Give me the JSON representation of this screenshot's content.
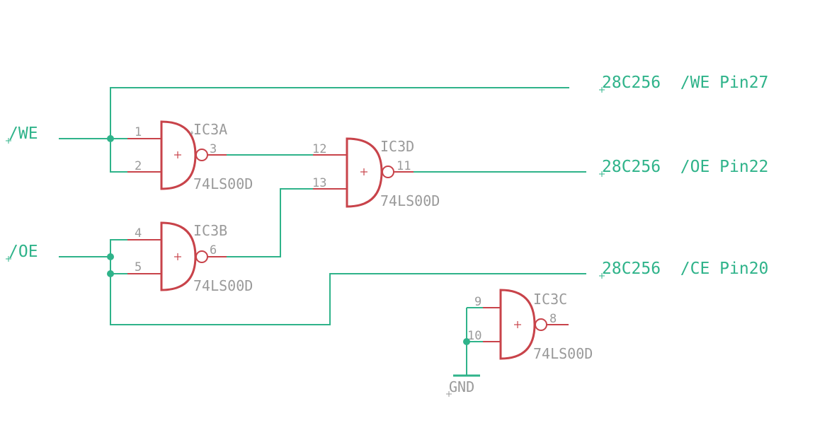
{
  "nets": {
    "we_in": "/WE",
    "oe_in": "/OE",
    "we_out": "28C256  /WE Pin27",
    "oe_out": "28C256  /OE Pin22",
    "ce_out": "28C256  /CE Pin20",
    "gnd": "GND"
  },
  "gates": {
    "ic3a": {
      "name": "IC3A",
      "value": "74LS00D",
      "pin_a": "1",
      "pin_b": "2",
      "pin_out": "3"
    },
    "ic3b": {
      "name": "IC3B",
      "value": "74LS00D",
      "pin_a": "4",
      "pin_b": "5",
      "pin_out": "6"
    },
    "ic3c": {
      "name": "IC3C",
      "value": "74LS00D",
      "pin_a": "9",
      "pin_b": "10",
      "pin_out": "8"
    },
    "ic3d": {
      "name": "IC3D",
      "value": "74LS00D",
      "pin_a": "12",
      "pin_b": "13",
      "pin_out": "11"
    }
  },
  "colors": {
    "wire": "#2fb38a",
    "gate": "#c8434a",
    "label": "#9a9a9a"
  }
}
